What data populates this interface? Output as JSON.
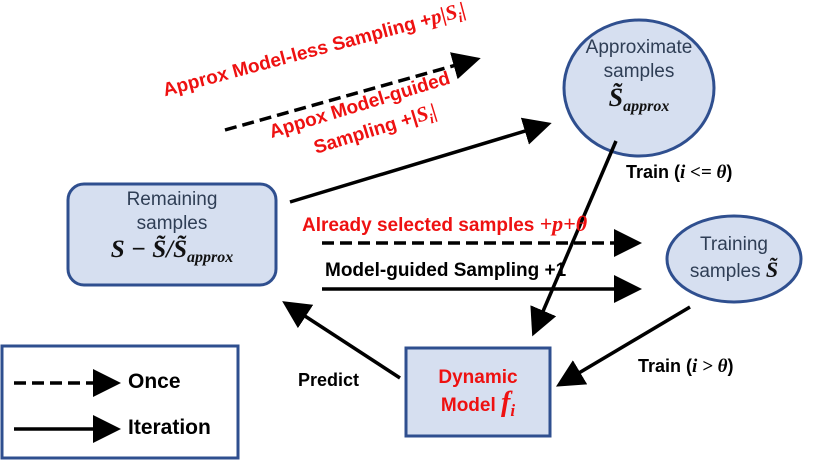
{
  "colors": {
    "node_fill": "#d6dff0",
    "node_stroke": "#2f4f8f",
    "accent_red": "#ee1111",
    "text_dark": "#2f3e55"
  },
  "nodes": {
    "approx": {
      "line1": "Approximate",
      "line2": "samples",
      "symbol": "S̃",
      "subscript": "approx"
    },
    "remaining": {
      "line1": "Remaining",
      "line2": "samples",
      "formula_left": "S − S̃/S̃",
      "subscript": "approx"
    },
    "training": {
      "line1": "Training",
      "line2": "samples",
      "symbol": "S̃"
    },
    "model": {
      "line1": "Dynamic",
      "line2": "Model",
      "symbol": "f",
      "subscript": "i"
    }
  },
  "edges": {
    "approx_modelless": {
      "text": "Approx Model-less Sampling +",
      "math": "p|S",
      "sub": "i",
      "tail": "|"
    },
    "approx_modelguided": {
      "line1": "Appox Model-guided",
      "line2": "Sampling +|",
      "math": "S",
      "sub": "i",
      "tail": "|"
    },
    "already_selected": {
      "text": "Already selected samples ",
      "math": "+p+θ"
    },
    "model_guided": {
      "text": "Model-guided Sampling +1"
    },
    "train_le": {
      "text": "Train (",
      "math": "i <= θ",
      "tail": ")"
    },
    "train_gt": {
      "text": "Train (",
      "math": "i > θ",
      "tail": ")"
    },
    "predict": {
      "text": "Predict"
    }
  },
  "legend": {
    "once": "Once",
    "iteration": "Iteration"
  }
}
